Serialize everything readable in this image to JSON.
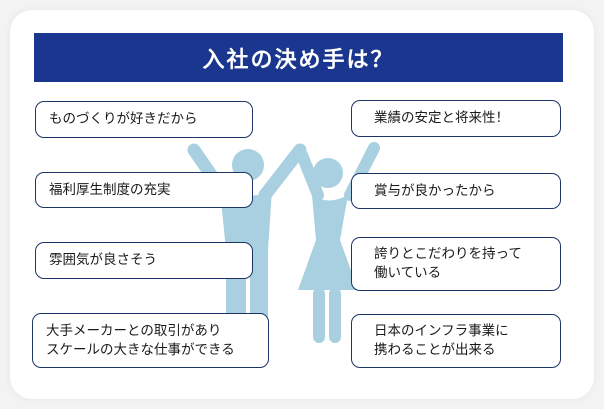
{
  "header": {
    "title": "入社の決め手は？"
  },
  "colors": {
    "header_bg": "#1a368e",
    "header_text": "#ffffff",
    "figure": "#a9d0e0",
    "box_border": "#1c3566",
    "card_bg": "#ffffff",
    "page_bg": "#f3f3f3"
  },
  "illustration": {
    "icon": "man-and-woman-cheering-icon"
  },
  "reasons": {
    "left": [
      {
        "text": "ものづくりが好きだから"
      },
      {
        "text": "福利厚生制度の充実"
      },
      {
        "text": "雰囲気が良さそう"
      },
      {
        "text": "大手メーカーとの取引があり\nスケールの大きな仕事ができる"
      }
    ],
    "right": [
      {
        "text": "業績の安定と将来性！"
      },
      {
        "text": "賞与が良かったから"
      },
      {
        "text": "誇りとこだわりを持って\n働いている"
      },
      {
        "text": "日本のインフラ事業に\n携わることが出来る"
      }
    ]
  }
}
